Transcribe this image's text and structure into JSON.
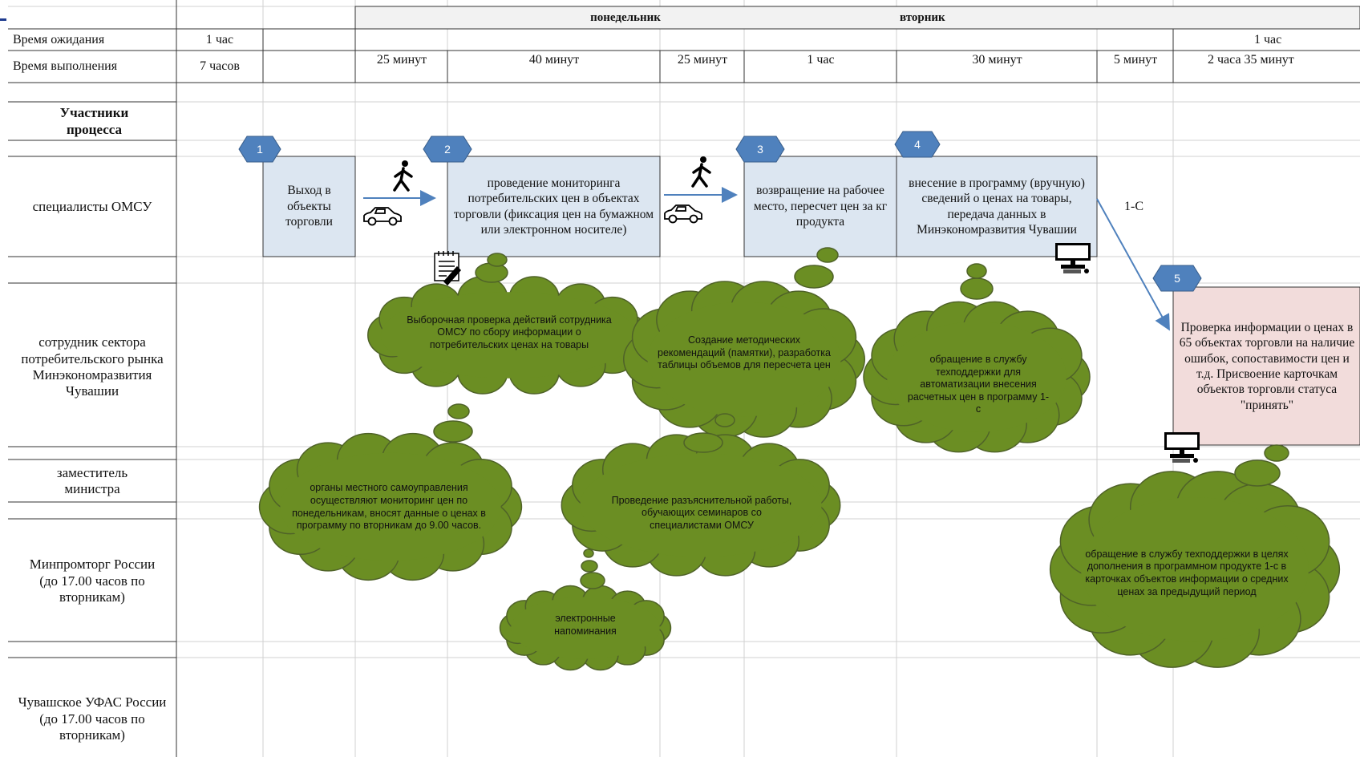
{
  "header": {
    "day_monday": "понедельник",
    "day_tuesday": "вторник"
  },
  "rows": {
    "wait_label": "Время ожидания",
    "exec_label": "Время выполнения",
    "participants_label": "Участники процесса",
    "omsu": "специалисты ОМСУ",
    "sector": "сотрудник сектора потребительского рынка Минэкономразвития Чувашии",
    "deputy": "заместитель министра",
    "minprom": "Минпромторг России (до 17.00 часов по вторникам)",
    "ufas": "Чувашское УФАС России (до 17.00 часов по вторникам)"
  },
  "times": {
    "wait_total": "1 час",
    "exec_total": "7 часов",
    "wait_step5": "1 час",
    "exec": [
      "25 минут",
      "40 минут",
      "25 минут",
      "1 час",
      "30 минут",
      "5 минут",
      "2 часа 35 минут"
    ]
  },
  "steps": [
    {
      "num": "1",
      "text": "Выход в объекты торговли"
    },
    {
      "num": "2",
      "text": "проведение мониторинга потребительских цен в объектах торговли (фиксация цен на бумажном или электронном носителе)"
    },
    {
      "num": "3",
      "text": "возвращение на рабочее место, пересчет цен за кг продукта"
    },
    {
      "num": "4",
      "text": "внесение в программу (вручную) сведений о ценах на товары, передача данных в Минэкономразвития Чувашии"
    },
    {
      "num": "5",
      "text": "Проверка информации о ценах в 65 объектах торговли на наличие ошибок, сопоставимости цен и т.д. Присвоение карточкам объектов торговли статуса \"принять\""
    }
  ],
  "connector_label": "1-С",
  "clouds": [
    "Выборочная проверка действий сотрудника ОМСУ по сбору информации о потребительских ценах на товары",
    "Создание методических рекомендаций (памятки), разработка таблицы объемов для пересчета цен",
    "обращение в службу техподдержки для автоматизации внесения расчетных цен в программу 1-с",
    "органы местного самоуправления осуществляют мониторинг цен по понедельникам, вносят данные о ценах в программу по вторникам до 9.00 часов.",
    "Проведение разъяснительной работы, обучающих семинаров со специалистами ОМСУ",
    "электронные напоминания",
    "обращение в службу техподдержки в целях дополнения в программном продукте 1-с в карточках объектов информации о средних ценах за предыдущий период"
  ],
  "colors": {
    "grid": "#d0d0d0",
    "line": "#222222",
    "box_blue": "#dce6f1",
    "box_pink": "#f2dcdb",
    "badge": "#4f81bd",
    "cloud_fill": "#6b8e23",
    "cloud_stroke": "#4f6228",
    "arrow": "#4f81bd"
  },
  "icons": [
    "walking-person-icon",
    "car-icon",
    "notepad-icon",
    "computer-icon"
  ]
}
